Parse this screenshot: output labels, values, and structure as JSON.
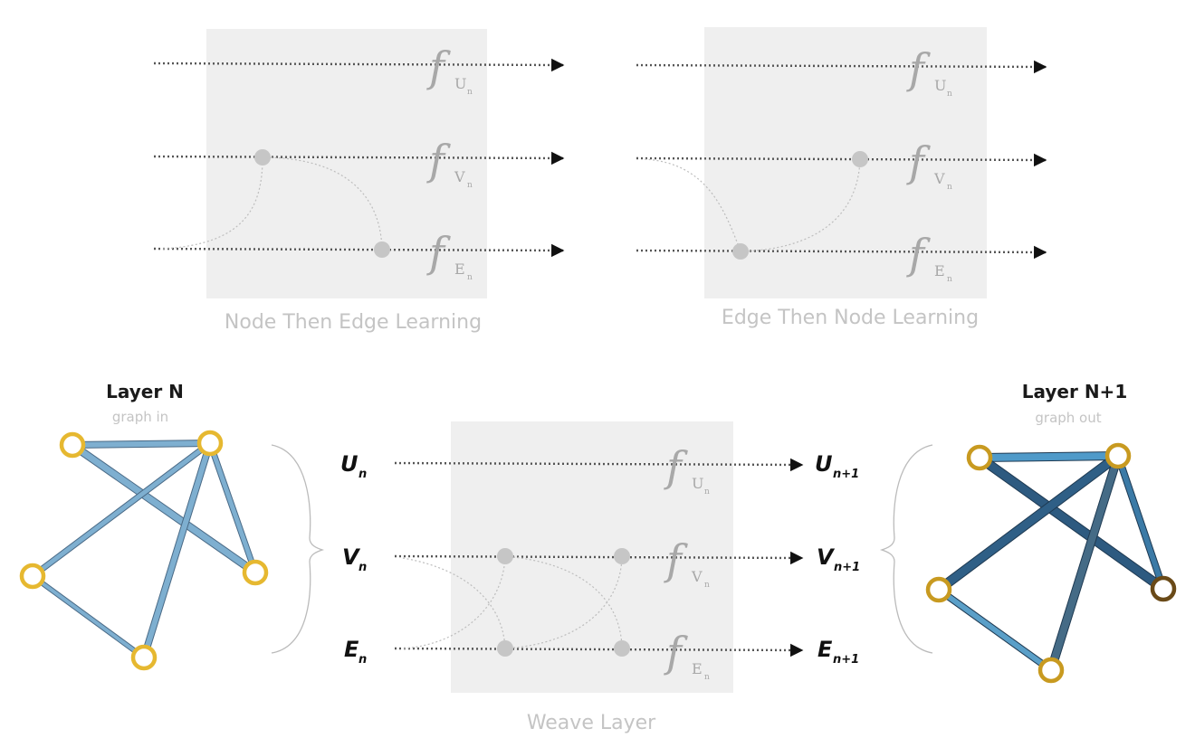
{
  "top_left": {
    "caption": "Node Then Edge Learning",
    "functions": [
      {
        "f": "f",
        "sub": "U",
        "subsub": "n"
      },
      {
        "f": "f",
        "sub": "V",
        "subsub": "n"
      },
      {
        "f": "f",
        "sub": "E",
        "subsub": "n"
      }
    ]
  },
  "top_right": {
    "caption": "Edge Then Node Learning",
    "functions": [
      {
        "f": "f",
        "sub": "U",
        "subsub": "n"
      },
      {
        "f": "f",
        "sub": "V",
        "subsub": "n"
      },
      {
        "f": "f",
        "sub": "E",
        "subsub": "n"
      }
    ]
  },
  "weave": {
    "caption": "Weave Layer",
    "functions": [
      {
        "f": "f",
        "sub": "U",
        "subsub": "n"
      },
      {
        "f": "f",
        "sub": "V",
        "subsub": "n"
      },
      {
        "f": "f",
        "sub": "E",
        "subsub": "n"
      }
    ],
    "inputs": [
      {
        "main": "U",
        "sub": "n"
      },
      {
        "main": "V",
        "sub": "n"
      },
      {
        "main": "E",
        "sub": "n"
      }
    ],
    "outputs": [
      {
        "main": "U",
        "sub": "n+1"
      },
      {
        "main": "V",
        "sub": "n+1"
      },
      {
        "main": "E",
        "sub": "n+1"
      }
    ]
  },
  "graph_in": {
    "title": "Layer N",
    "subtitle": "graph in",
    "node_color": "#e6b830",
    "edge_color": "#7eafd0"
  },
  "graph_out": {
    "title": "Layer N+1",
    "subtitle": "graph out",
    "node_color": "#c89a20",
    "edge_color": "#2f5f86"
  }
}
